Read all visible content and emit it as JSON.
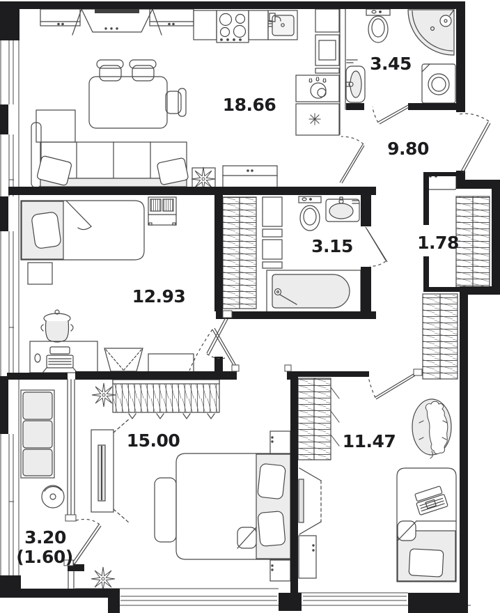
{
  "floorplan": {
    "type": "apartment-floor-plan",
    "rooms": [
      {
        "name": "kitchen-living-room",
        "area": "18.66"
      },
      {
        "name": "bathroom-small",
        "area": "3.45"
      },
      {
        "name": "hallway",
        "area": "9.80"
      },
      {
        "name": "wardrobe-closet",
        "area": "1.78"
      },
      {
        "name": "bathroom",
        "area": "3.15"
      },
      {
        "name": "bedroom",
        "area": "12.93"
      },
      {
        "name": "bedroom-master",
        "area": "15.00"
      },
      {
        "name": "bedroom-child",
        "area": "11.47"
      },
      {
        "name": "balcony",
        "area": "3.20",
        "area_reduced": "(1.60)"
      }
    ],
    "colors": {
      "wall": "#1d1d1f",
      "line": "#474747",
      "fixture_fill": "#ececec",
      "background": "#ffffff",
      "label_text": "#1c1c1e"
    }
  }
}
